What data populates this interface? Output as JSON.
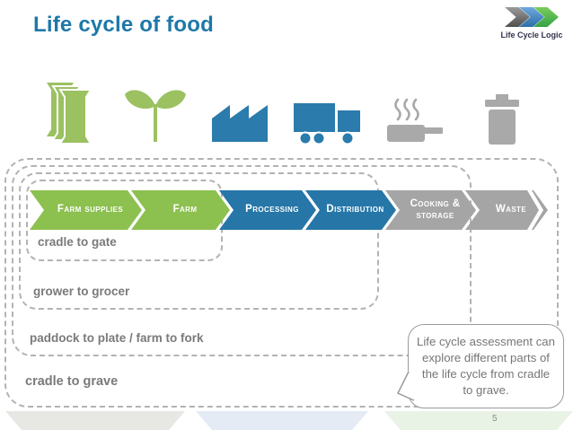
{
  "slide": {
    "title": "Life cycle of food",
    "page_number": "5"
  },
  "logo": {
    "name": "Life Cycle Logic"
  },
  "stages": [
    {
      "label": "Farm supplies",
      "color": "#8CC04F",
      "icon": "supply-sacks-icon"
    },
    {
      "label": "Farm",
      "color": "#8CC04F",
      "icon": "seedling-icon"
    },
    {
      "label": "Processing",
      "color": "#2677A8",
      "icon": "factory-icon"
    },
    {
      "label": "Distribution",
      "color": "#2677A8",
      "icon": "truck-icon"
    },
    {
      "label": "Cooking & storage",
      "color": "#A5A5A5",
      "icon": "cooking-pot-icon"
    },
    {
      "label": "Waste",
      "color": "#A5A5A5",
      "icon": "trash-can-icon"
    }
  ],
  "scopes": [
    {
      "label": "cradle to gate"
    },
    {
      "label": "grower to grocer"
    },
    {
      "label": "paddock to plate / farm to fork"
    },
    {
      "label": "cradle to grave"
    }
  ],
  "callout": {
    "text": "Life cycle assessment can explore different parts of the life cycle from cradle to grave."
  },
  "colors": {
    "title_blue": "#1E78A8",
    "stage_green": "#8CC04F",
    "stage_blue": "#2677A8",
    "stage_grey": "#A5A5A5",
    "icon_green": "#9BC161",
    "icon_blue": "#2B7BAC",
    "icon_grey": "#A9A9A9",
    "dash_grey": "#B3B3B3",
    "label_grey": "#7A7A7A",
    "footer_grey": "#E7E7E4",
    "footer_blue": "#E4EBF5",
    "footer_green": "#E8F2E5"
  }
}
